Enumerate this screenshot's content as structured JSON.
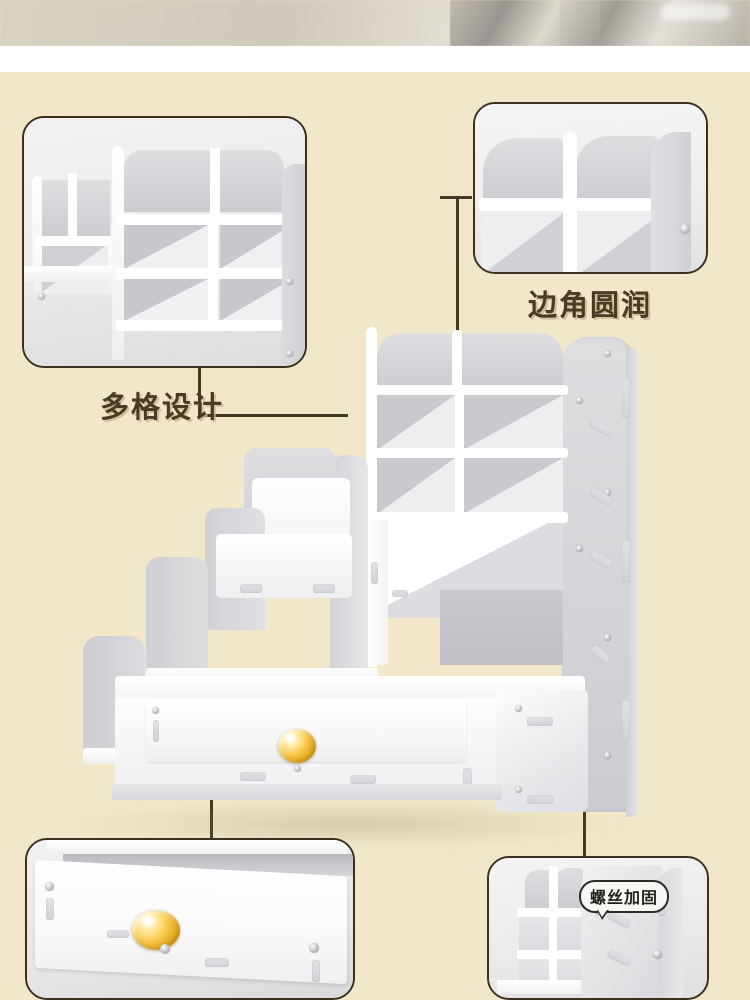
{
  "page": {
    "background_color": "#f2e8c9",
    "accent_line_color": "#463826",
    "label_text_color": "#4a3b26",
    "inset_border_color": "#3b2f1f",
    "product_white": "#ffffff",
    "product_grey": "#d4d4d8",
    "knob_gold": "#f6c544"
  },
  "labels": {
    "multi_compartment": "多格设计",
    "rounded_corners": "边角圆润",
    "screw_reinforced": "螺丝加固"
  },
  "insets": {
    "top_left": {
      "name": "multi-compartment-detail",
      "caption": "多格设计"
    },
    "top_right": {
      "name": "rounded-corner-detail",
      "caption": "边角圆润"
    },
    "bottom_left": {
      "name": "drawer-knob-detail",
      "caption": ""
    },
    "bottom_right": {
      "name": "screw-reinforcement-detail",
      "caption": "螺丝加固"
    }
  },
  "product": {
    "name": "desk-organizer",
    "description": "白色多层桌面收纳置物架",
    "tiers": 4,
    "drawer_count": 1,
    "knob": "水晶金色拉手"
  }
}
